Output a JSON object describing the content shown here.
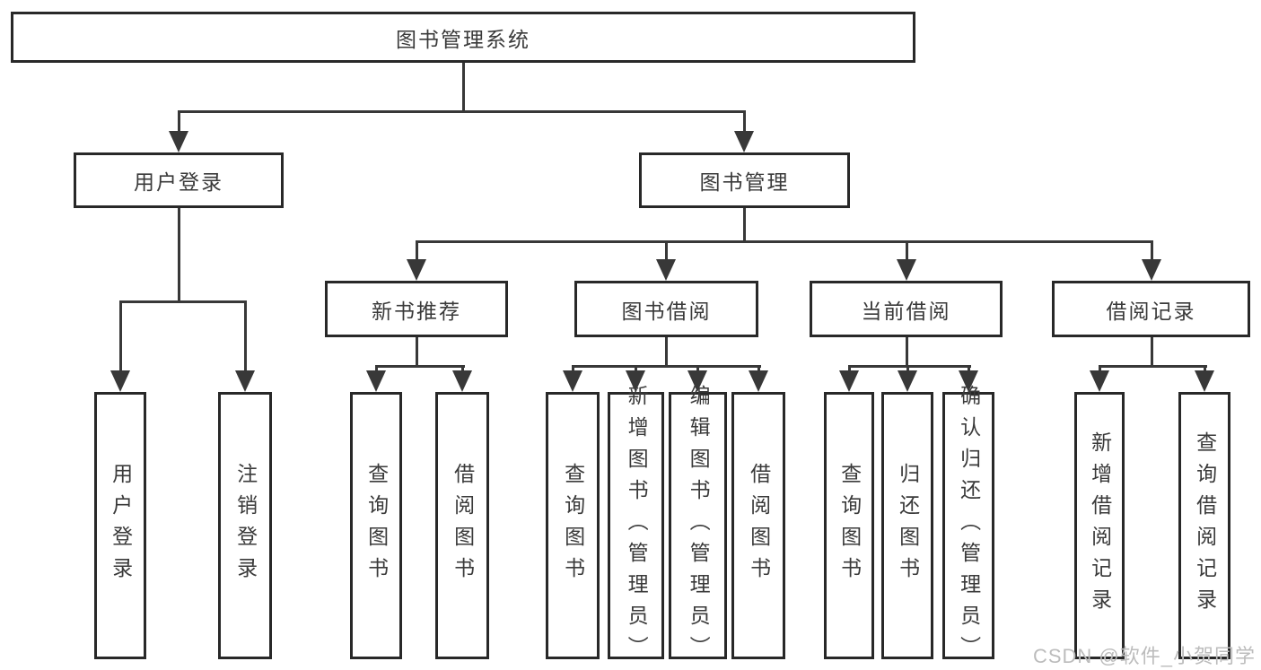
{
  "diagram_title": "图书管理系统",
  "nodes": {
    "root": "图书管理系统",
    "user_login": "用户登录",
    "book_mgmt": "图书管理",
    "new_book_recommend": "新书推荐",
    "book_borrow": "图书借阅",
    "current_borrow": "当前借阅",
    "borrow_record": "借阅记录",
    "leaf_user_login": "用户登录",
    "leaf_logout": "注销登录",
    "leaf_rec_query_book": "查询图书",
    "leaf_rec_borrow_book": "借阅图书",
    "leaf_bb_query_book": "查询图书",
    "leaf_bb_add_book": "新增图书（管理员）",
    "leaf_bb_edit_book": "编辑图书（管理员）",
    "leaf_bb_borrow_book": "借阅图书",
    "leaf_cb_query_book": "查询图书",
    "leaf_cb_return_book": "归还图书",
    "leaf_cb_confirm_return": "确认归还（管理员）",
    "leaf_br_add_record": "新增借阅记录",
    "leaf_br_query_record": "查询借阅记录"
  },
  "hierarchy": {
    "图书管理系统": {
      "用户登录": [
        "用户登录",
        "注销登录"
      ],
      "图书管理": {
        "新书推荐": [
          "查询图书",
          "借阅图书"
        ],
        "图书借阅": [
          "查询图书",
          "新增图书（管理员）",
          "编辑图书（管理员）",
          "借阅图书"
        ],
        "当前借阅": [
          "查询图书",
          "归还图书",
          "确认归还（管理员）"
        ],
        "借阅记录": [
          "新增借阅记录",
          "查询借阅记录"
        ]
      }
    }
  },
  "watermark": "CSDN @软件_小贺同学",
  "colors": {
    "line": "#383838",
    "box_border": "#282828",
    "text": "#3a3a3a",
    "watermark": "#bcbcbc",
    "background": "#ffffff"
  }
}
